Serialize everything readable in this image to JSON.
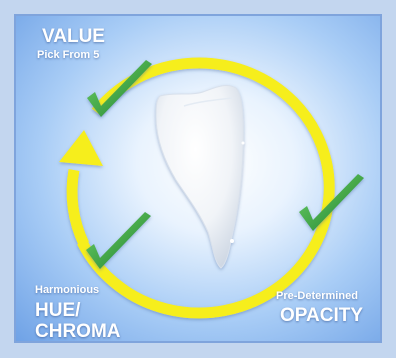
{
  "labels": {
    "value": {
      "title": "VALUE",
      "subtitle": "Pick From 5"
    },
    "hue_chroma": {
      "subtitle": "Harmonious",
      "title_line1": "HUE/",
      "title_line2": "CHROMA"
    },
    "opacity": {
      "subtitle": "Pre-Determined",
      "title": "OPACITY"
    }
  },
  "icons": {
    "cycle_arrow": "circular-arrow-icon",
    "checkmark": "check-icon",
    "tooth": "tooth-icon"
  },
  "colors": {
    "arrow": "#f6ee1e",
    "checkmark": "#3ea53e",
    "panel_edge": "#6fa2e6",
    "text": "#ffffff"
  }
}
